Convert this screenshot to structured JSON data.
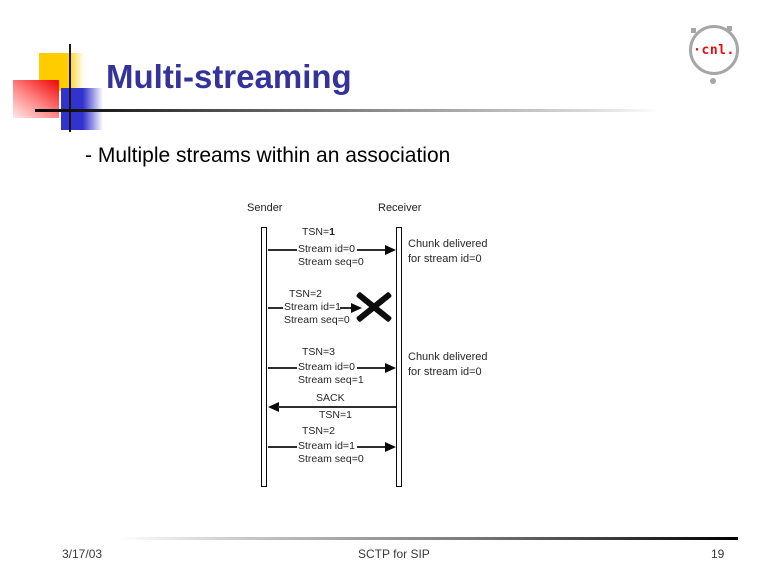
{
  "header": {
    "title": "Multi-streaming"
  },
  "logo": {
    "text": "·cnl."
  },
  "body": {
    "bullet": "- Multiple streams within an association"
  },
  "diagram": {
    "sender_label": "Sender",
    "receiver_label": "Receiver",
    "messages": [
      {
        "tsn_prefix": "TSN=",
        "tsn_bold": "1",
        "stream_id": "Stream id=0",
        "stream_seq": "Stream seq=0"
      },
      {
        "tsn": "TSN=2",
        "stream_id": "Stream id=1",
        "stream_seq": "Stream seq=0"
      },
      {
        "tsn": "TSN=3",
        "stream_id": "Stream id=0",
        "stream_seq": "Stream seq=1"
      },
      {
        "label": "SACK",
        "tsn": "TSN=1"
      },
      {
        "tsn": "TSN=2",
        "stream_id": "Stream id=1",
        "stream_seq": "Stream seq=0"
      }
    ],
    "notes": [
      {
        "line1": "Chunk delivered",
        "line2": "for stream id=0"
      },
      {
        "line1": "Chunk delivered",
        "line2": "for stream id=0"
      }
    ]
  },
  "footer": {
    "date": "3/17/03",
    "title": "SCTP for SIP",
    "page": "19"
  },
  "colors": {
    "title_blue": "#333399",
    "accent_yellow": "#FFCC00",
    "accent_blue": "#3232CC",
    "accent_red": "#F01010",
    "logo_red": "#E80C0C",
    "ring_gray": "#A6A6A6"
  }
}
